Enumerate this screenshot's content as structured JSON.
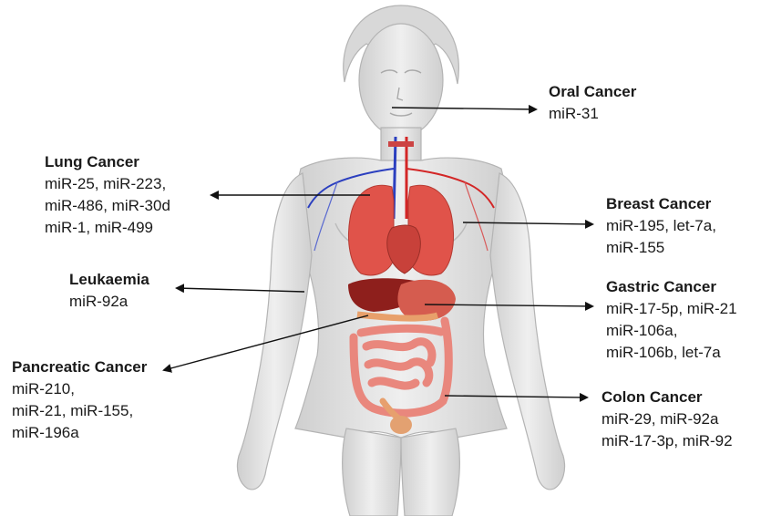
{
  "colors": {
    "arrow": "#111111",
    "body_fill": "#e6e6e6",
    "body_shade": "#bdbdbd",
    "organ_red": "#e0534a",
    "intestine_pink": "#e9877d",
    "vessel_blue": "#2b3fbf",
    "vessel_red": "#d32626"
  },
  "annotations": [
    {
      "key": "oral",
      "title": "Oral Cancer",
      "lines": [
        "miR-31"
      ]
    },
    {
      "key": "lung",
      "title": "Lung Cancer",
      "lines": [
        "miR-25, miR-223,",
        "miR-486, miR-30d",
        "miR-1, miR-499"
      ]
    },
    {
      "key": "breast",
      "title": "Breast Cancer",
      "lines": [
        "miR-195, let-7a,",
        "miR-155"
      ]
    },
    {
      "key": "leukaemia",
      "title": "Leukaemia",
      "lines": [
        "miR-92a"
      ]
    },
    {
      "key": "gastric",
      "title": "Gastric Cancer",
      "lines": [
        "miR-17-5p, miR-21",
        "miR-106a,",
        "miR-106b, let-7a"
      ]
    },
    {
      "key": "pancreatic",
      "title": "Pancreatic Cancer",
      "lines": [
        "miR-210,",
        "miR-21, miR-155,",
        "miR-196a"
      ]
    },
    {
      "key": "colon",
      "title": "Colon Cancer",
      "lines": [
        "miR-29, miR-92a",
        "miR-17-3p, miR-92"
      ]
    }
  ]
}
